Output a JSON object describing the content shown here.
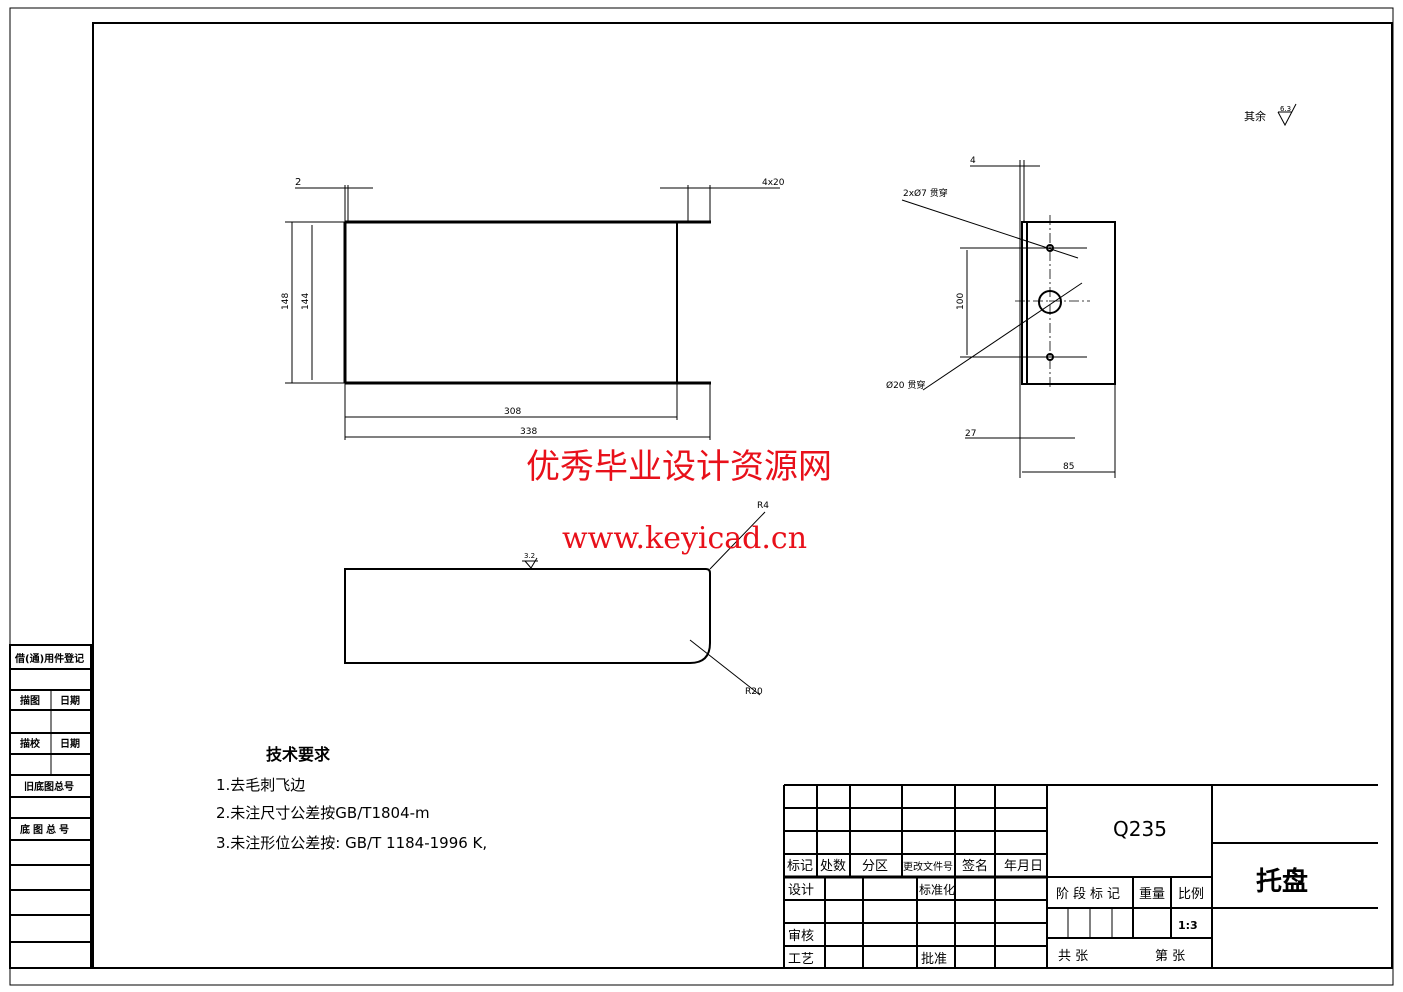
{
  "drawing": {
    "roughness_other_label": "其余",
    "roughness_other_value": "6.3",
    "front_view": {
      "dims": [
        "2",
        "4x20",
        "148",
        "144",
        "308",
        "338"
      ]
    },
    "side_view": {
      "dims": [
        "4",
        "100",
        "27",
        "85"
      ],
      "callouts": [
        "2xØ7 贯穿",
        "Ø20 贯穿"
      ]
    },
    "top_view": {
      "dims": [
        "R4",
        "R20"
      ],
      "roughness": "3.2"
    },
    "watermark": {
      "line1": "优秀毕业设计资源网",
      "line2": "www.keyicad.cn"
    },
    "tech_requirements": {
      "title": "技术要求",
      "items": [
        "1.去毛刺飞边",
        "2.未注尺寸公差按GB/T1804-m",
        "3.未注形位公差按: GB/T 1184-1996 K,"
      ]
    }
  },
  "left_register": {
    "title": "借(通)用件登记",
    "row1": [
      "描图",
      "日期"
    ],
    "row2": [
      "描校",
      "日期"
    ],
    "old_no": "旧底图总号",
    "base_no": "底图总号"
  },
  "title_block": {
    "revision_headers": [
      "标记",
      "处数",
      "分区",
      "更改文件号",
      "签名",
      "年月日"
    ],
    "design": "设计",
    "standardize": "标准化",
    "review": "审核",
    "process": "工艺",
    "approve": "批准",
    "material": "Q235",
    "stage_mark": "阶段标记",
    "weight": "重量",
    "scale_label": "比例",
    "scale_value": "1:3",
    "sheets_total": "共 张",
    "sheet_no": "第 张",
    "part_name": "托盘"
  }
}
